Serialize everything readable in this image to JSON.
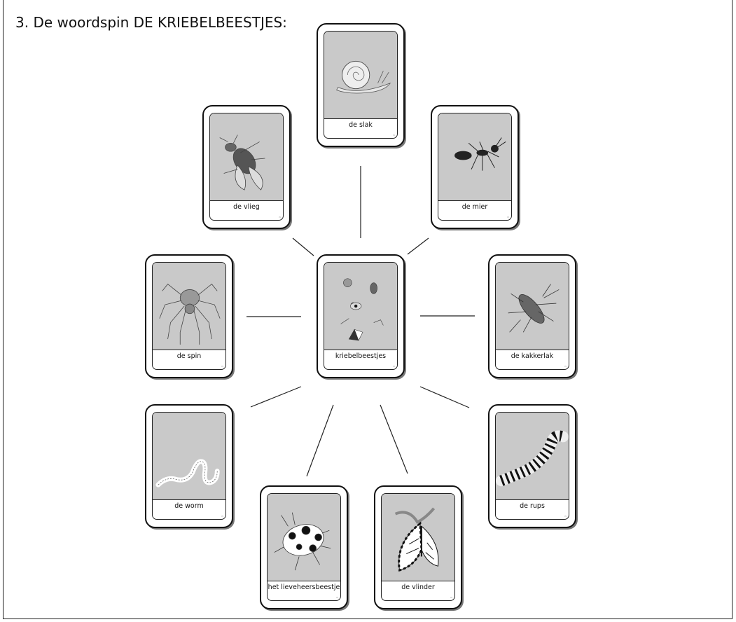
{
  "title": "3. De woordspin DE KRIEBELBEESTJES:",
  "cards": [
    {
      "id": "center",
      "label": "kriebelbeestjes",
      "icon": "insect-collection-icon"
    },
    {
      "id": "slak",
      "label": "de slak",
      "icon": "snail-icon"
    },
    {
      "id": "vlieg",
      "label": "de vlieg",
      "icon": "fly-icon"
    },
    {
      "id": "mier",
      "label": "de mier",
      "icon": "ant-icon"
    },
    {
      "id": "spin",
      "label": "de spin",
      "icon": "spider-icon"
    },
    {
      "id": "kakkerlak",
      "label": "de kakkerlak",
      "icon": "cockroach-icon"
    },
    {
      "id": "worm",
      "label": "de worm",
      "icon": "worm-icon"
    },
    {
      "id": "rups",
      "label": "de rups",
      "icon": "caterpillar-icon"
    },
    {
      "id": "lieveheersbeestje",
      "label": "het lieveheersbeestje",
      "icon": "ladybug-icon"
    },
    {
      "id": "vlinder",
      "label": "de vlinder",
      "icon": "butterfly-icon"
    }
  ]
}
